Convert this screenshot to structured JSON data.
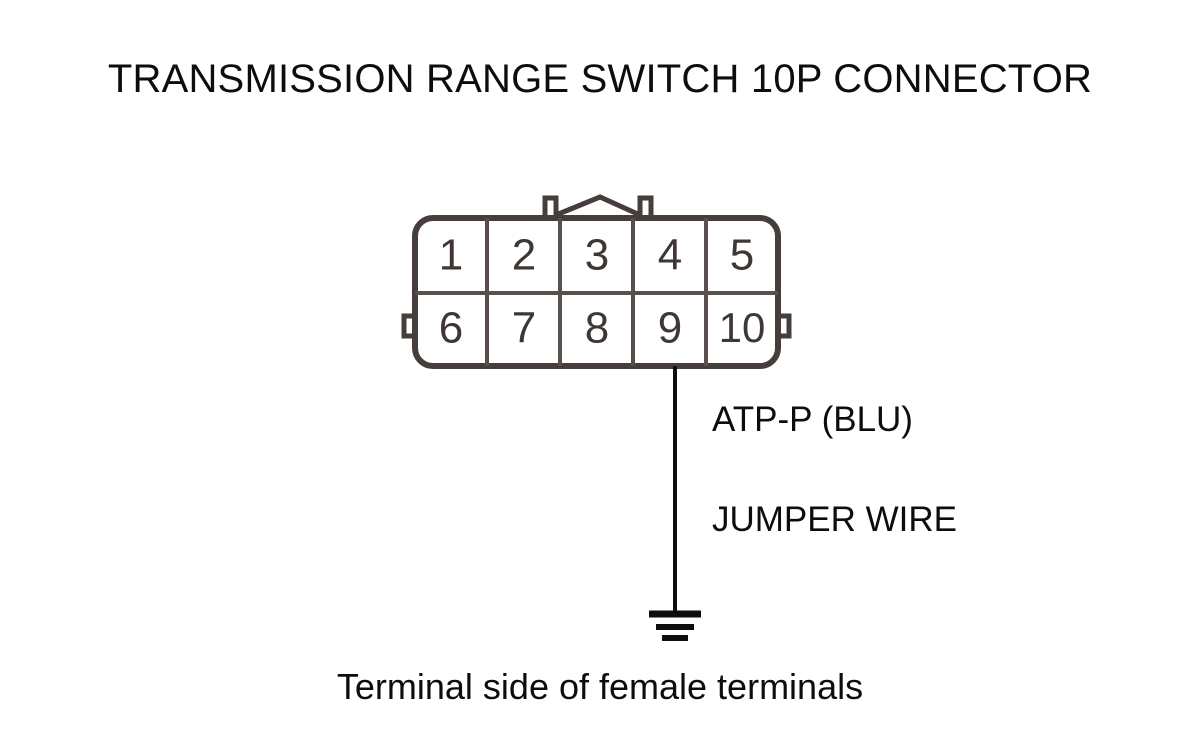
{
  "diagram": {
    "title": "TRANSMISSION RANGE SWITCH 10P CONNECTOR",
    "caption": "Terminal side of female terminals",
    "labels": {
      "signal": "ATP-P (BLU)",
      "jumper": "JUMPER WIRE"
    },
    "connector": {
      "type": "10P",
      "rows": [
        [
          "1",
          "2",
          "3",
          "4",
          "5"
        ],
        [
          "6",
          "7",
          "8",
          "9",
          "10"
        ]
      ],
      "wired_pin": "9",
      "outline_color": "#463e3b",
      "divider_color": "#594f4c",
      "wire_color": "#0d0d0d",
      "background": "#ffffff"
    }
  }
}
